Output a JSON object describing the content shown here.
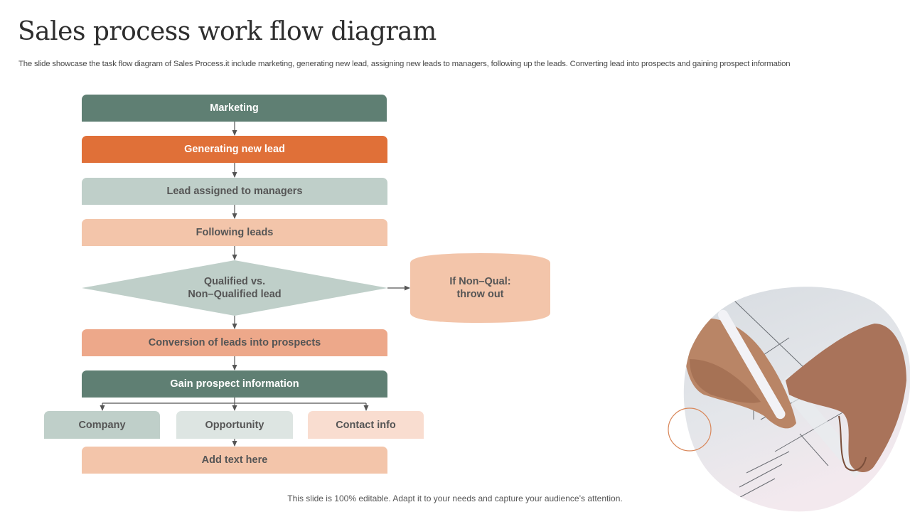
{
  "header": {
    "title": "Sales process work flow diagram",
    "subtitle": "The slide showcase the task flow diagram of Sales Process.it include marketing, generating new lead, assigning new leads to managers, following up the leads. Converting lead into prospects and gaining prospect information"
  },
  "flow": {
    "steps": [
      {
        "label": "Marketing",
        "color": "#5f7f73"
      },
      {
        "label": "Generating new lead",
        "color": "#e07038"
      },
      {
        "label": "Lead assigned to managers",
        "color": "#bfcfc9"
      },
      {
        "label": "Following leads",
        "color": "#f3c5aa"
      }
    ],
    "decision": {
      "line1": "Qualified vs.",
      "line2": "Non–Qualified lead",
      "color": "#bfcfc9"
    },
    "reject": {
      "line1": "If Non–Qual:",
      "line2": "throw out",
      "color": "#f3c5aa"
    },
    "conversion": {
      "label": "Conversion of leads into prospects",
      "color": "#eda88a"
    },
    "gain": {
      "label": "Gain prospect information",
      "color": "#5f7f73"
    },
    "branches": [
      {
        "label": "Company",
        "color": "#bfcfc9"
      },
      {
        "label": "Opportunity",
        "color": "#dde5e2"
      },
      {
        "label": "Contact info",
        "color": "#f9ddd0"
      }
    ],
    "final": {
      "label": "Add  text here",
      "color": "#f3c5aa"
    }
  },
  "colors": {
    "connector": "#555555",
    "accent_ring": "#d9875a"
  },
  "image": {
    "icon": "hands-drawing-blueprint-photo"
  },
  "footer": {
    "note": "This slide is 100% editable. Adapt it to your needs and capture your audience’s attention."
  }
}
